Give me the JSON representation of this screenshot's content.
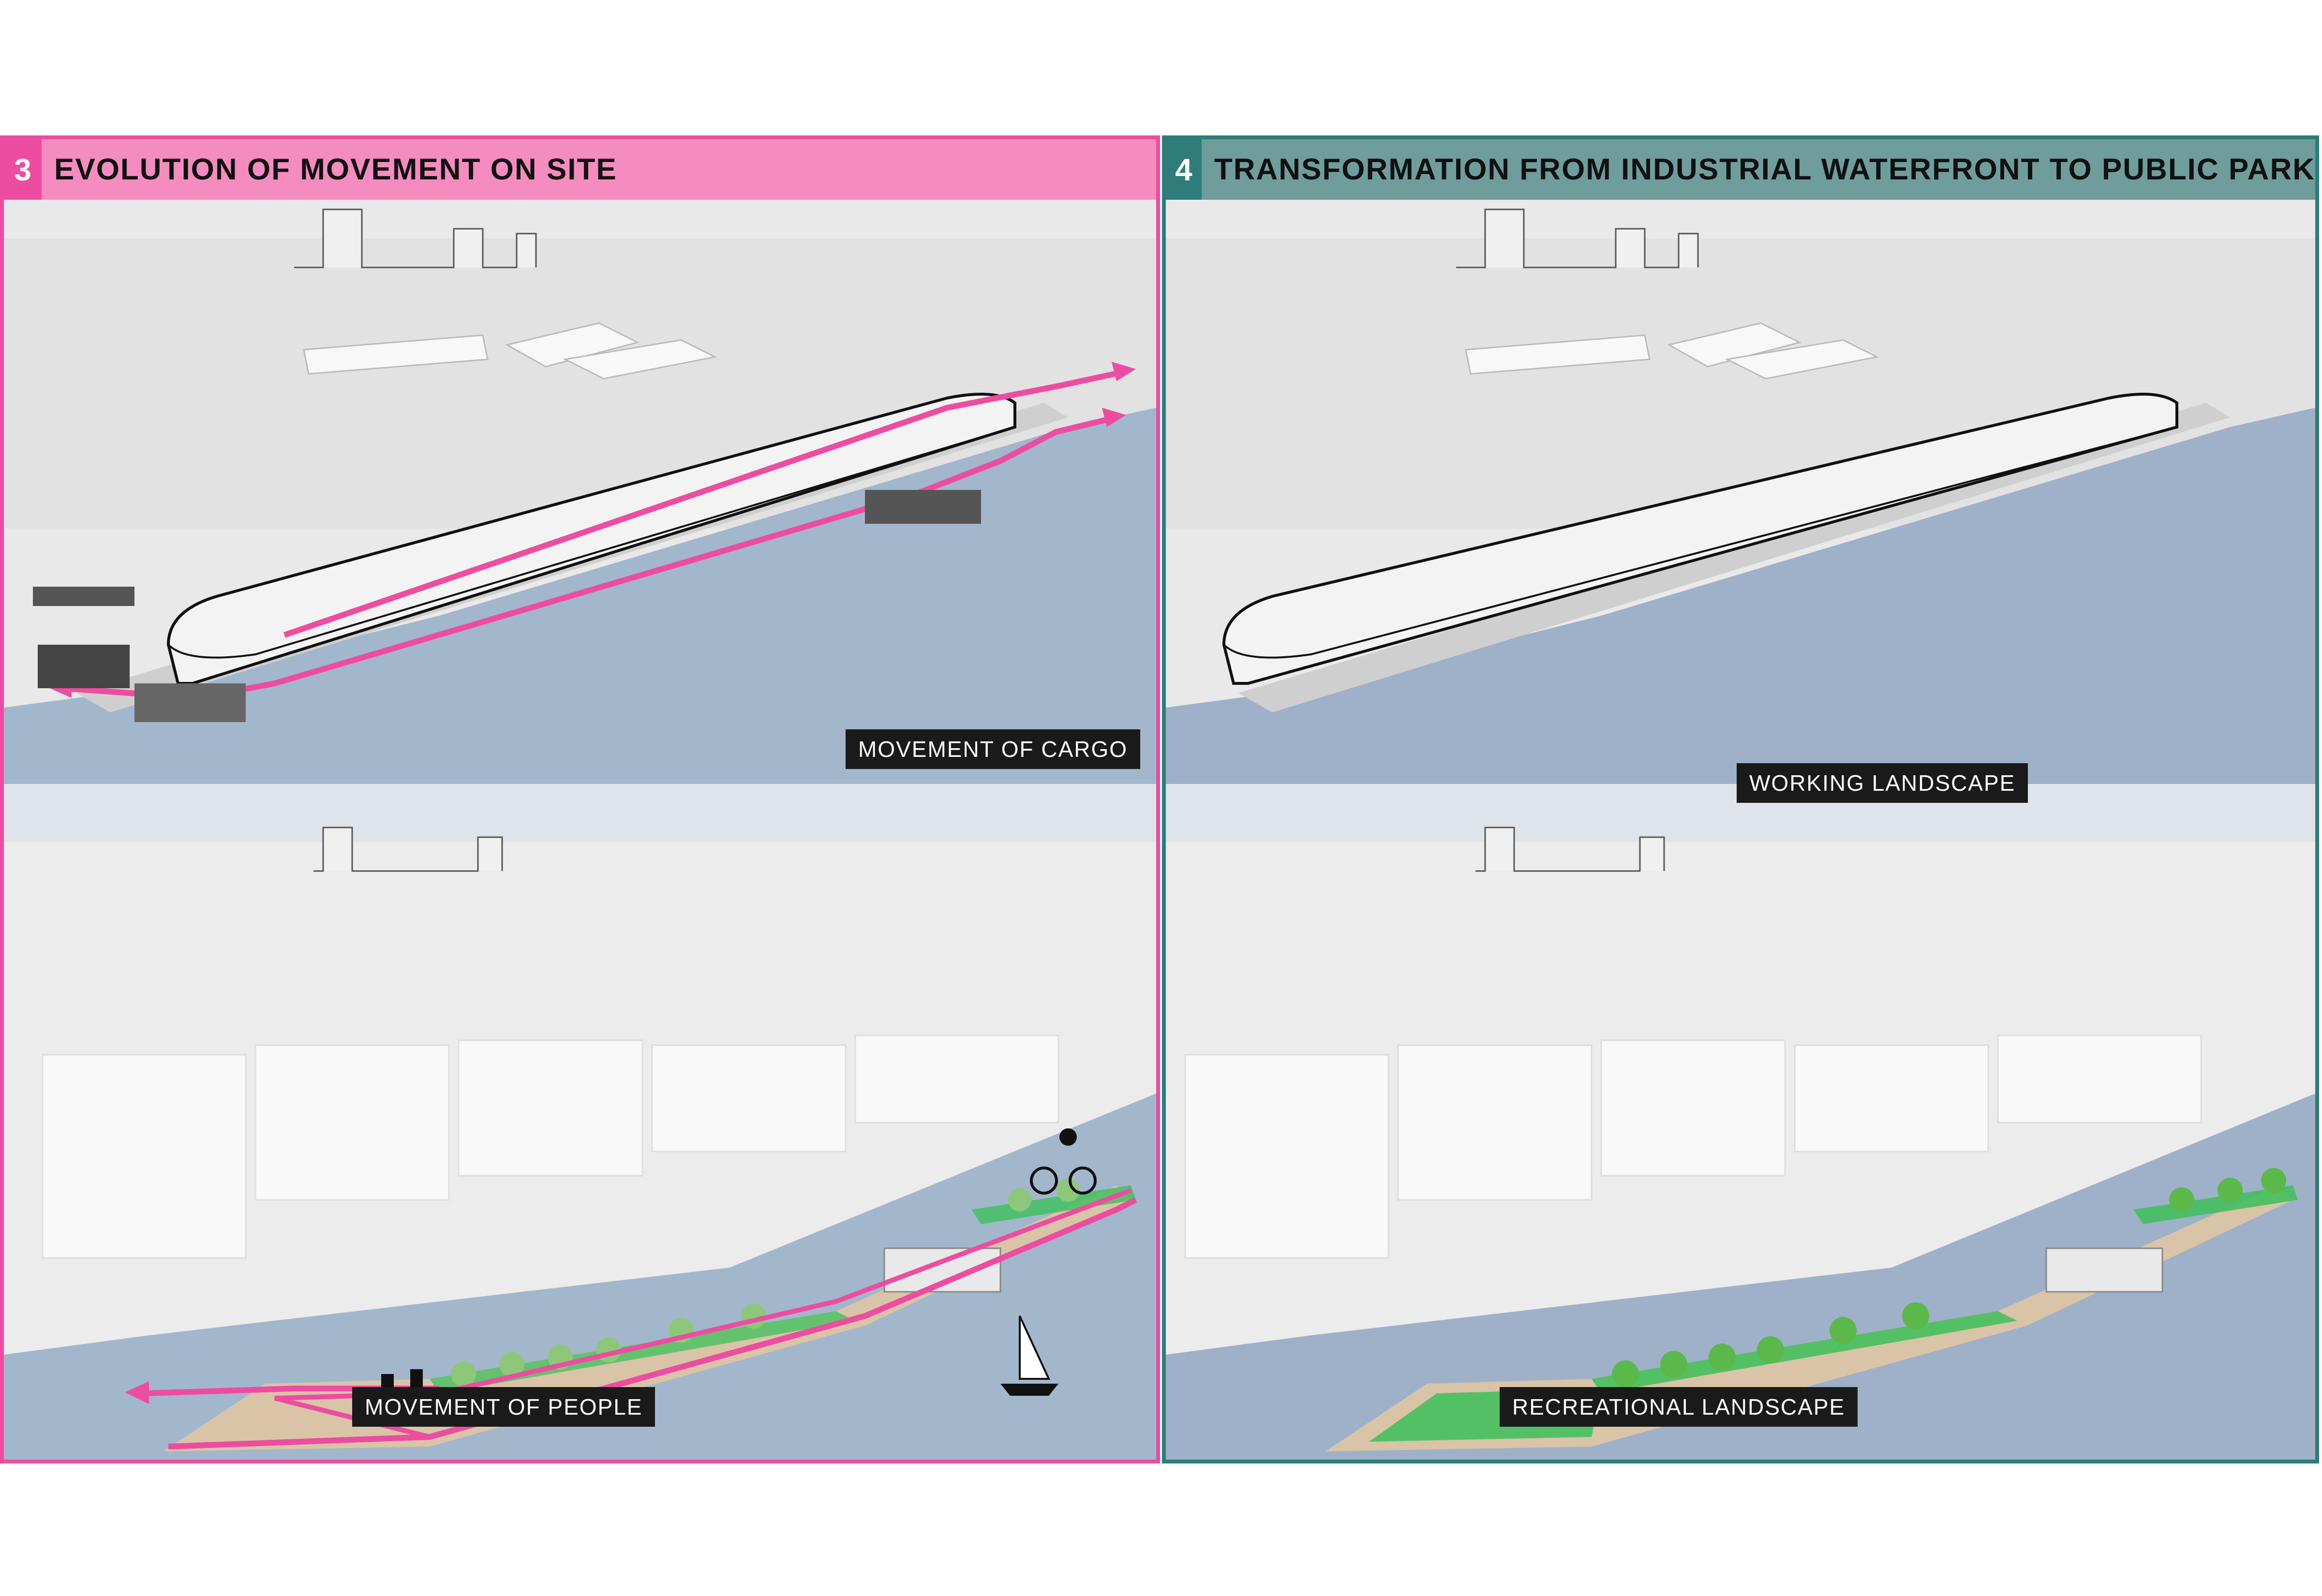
{
  "panels": [
    {
      "number": "3",
      "title": "EVOLUTION OF MOVEMENT ON SITE",
      "top_label": "MOVEMENT OF CARGO",
      "bottom_label": "MOVEMENT OF PEOPLE"
    },
    {
      "number": "4",
      "title": "TRANSFORMATION FROM INDUSTRIAL WATERFRONT TO PUBLIC PARK",
      "top_label": "WORKING LANDSCAPE",
      "bottom_label": "RECREATIONAL LANDSCAPE"
    }
  ],
  "colors": {
    "accent_pink": "#ec4da0",
    "accent_teal": "#2e7d7a",
    "water": "#a3b7cc",
    "park_green": "#3cc05a",
    "callout_bg": "#1a1a1a"
  }
}
